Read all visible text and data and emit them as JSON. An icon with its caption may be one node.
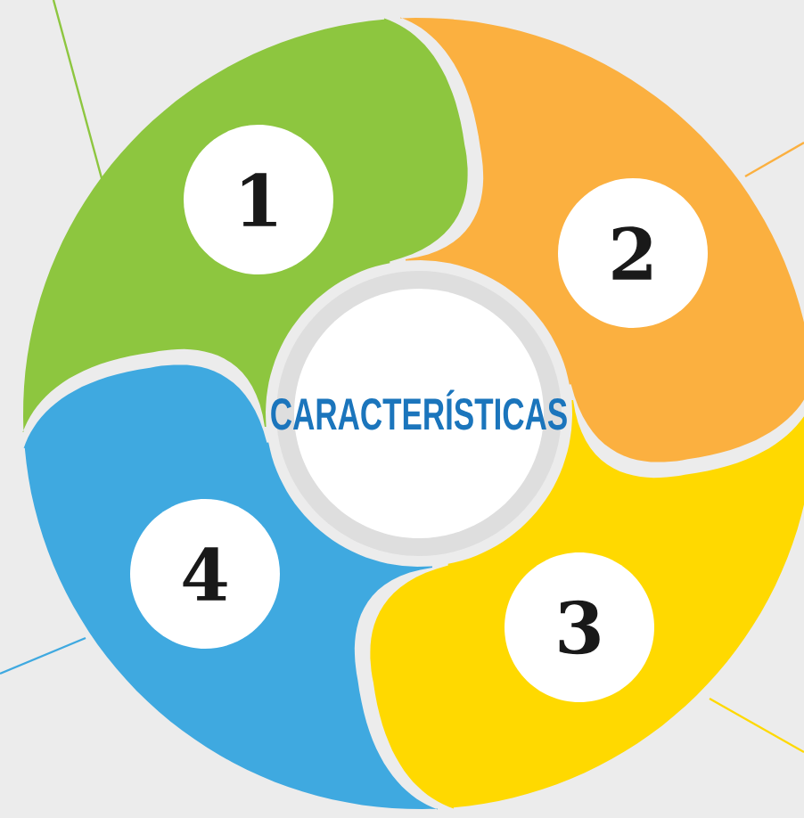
{
  "diagram": {
    "nodes": [
      {
        "text": [],
        "shape": "petal"
      },
      {
        "text": [
          "1"
        ],
        "in": 0
      },
      {
        "text": [],
        "shape": "petal"
      },
      {
        "text": [
          "2"
        ],
        "in": 2
      },
      {
        "text": [
          "CARACTERÍSTICAS"
        ]
      },
      {
        "text": [],
        "shape": "petal"
      },
      {
        "text": [
          "3"
        ],
        "in": 5
      },
      {
        "text": [],
        "shape": "petal"
      },
      {
        "text": [
          "4"
        ],
        "in": 7
      }
    ],
    "edges": [
      {
        "from": 0,
        "to": null,
        "arrow": "none",
        "color": "#8dc63f"
      },
      {
        "from": 2,
        "to": null,
        "arrow": "none",
        "color": "#fbb040"
      },
      {
        "from": 5,
        "to": null,
        "arrow": "none",
        "color": "#ffd900"
      },
      {
        "from": 7,
        "to": null,
        "arrow": "none",
        "color": "#3fa9e0"
      }
    ]
  }
}
